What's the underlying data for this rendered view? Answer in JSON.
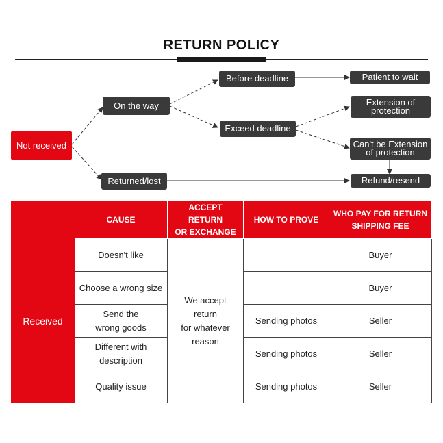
{
  "title": "RETURN POLICY",
  "flow": {
    "not_received": "Not received",
    "on_the_way": "On the way",
    "returned_lost": "Returned/lost",
    "before_deadline": "Before deadline",
    "exceed_deadline": "Exceed deadline",
    "patient_to_wait": "Patient to wait",
    "extension_of_protection": "Extension of\nprotection",
    "cant_be_extension": "Can't be Extension\nof protection",
    "refund_resend": "Refund/resend"
  },
  "colors": {
    "accent": "#e30613",
    "node_dark": "#3a3a3a"
  },
  "table": {
    "headers": {
      "cause": "CAUSE",
      "accept": "ACCEPT RETURN\nOR EXCHANGE",
      "prove": "HOW TO PROVE",
      "who_pays": "WHO PAY FOR RETURN\nSHIPPING FEE"
    },
    "received_label": "Received",
    "accept_value": "We accept\nreturn\nfor whatever\nreason",
    "rows": [
      {
        "cause": "Doesn't like",
        "prove": "",
        "who_pays": "Buyer"
      },
      {
        "cause": "Choose a wrong size",
        "prove": "",
        "who_pays": "Buyer"
      },
      {
        "cause": "Send the\nwrong goods",
        "prove": "Sending photos",
        "who_pays": "Seller"
      },
      {
        "cause": "Different with\ndescription",
        "prove": "Sending photos",
        "who_pays": "Seller"
      },
      {
        "cause": "Quality issue",
        "prove": "Sending photos",
        "who_pays": "Seller"
      }
    ]
  }
}
